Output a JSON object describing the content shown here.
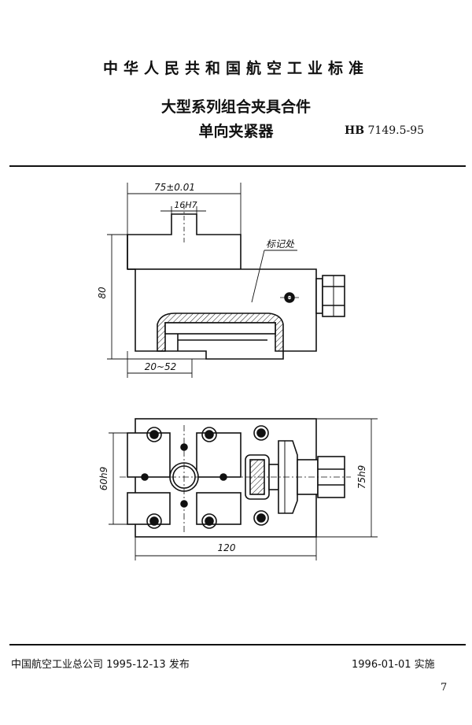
{
  "header": {
    "org_standard": "中华人民共和国航空工业标准",
    "title_line1": "大型系列组合夹具合件",
    "title_line2": "单向夹紧器",
    "code_prefix": "HB",
    "code_number": "7149.5-95"
  },
  "drawing": {
    "dim_width_tol": "75±0.01",
    "dim_slot": "16H7",
    "dim_height": "80",
    "dim_range": "20~52",
    "label_mark": "标记处",
    "dim_width_h9": "60h9",
    "dim_width2_h9": "75h9",
    "dim_length": "120"
  },
  "footer": {
    "publisher": "中国航空工业总公司 1995-12-13 发布",
    "effective": "1996-01-01 实施",
    "page": "7"
  }
}
